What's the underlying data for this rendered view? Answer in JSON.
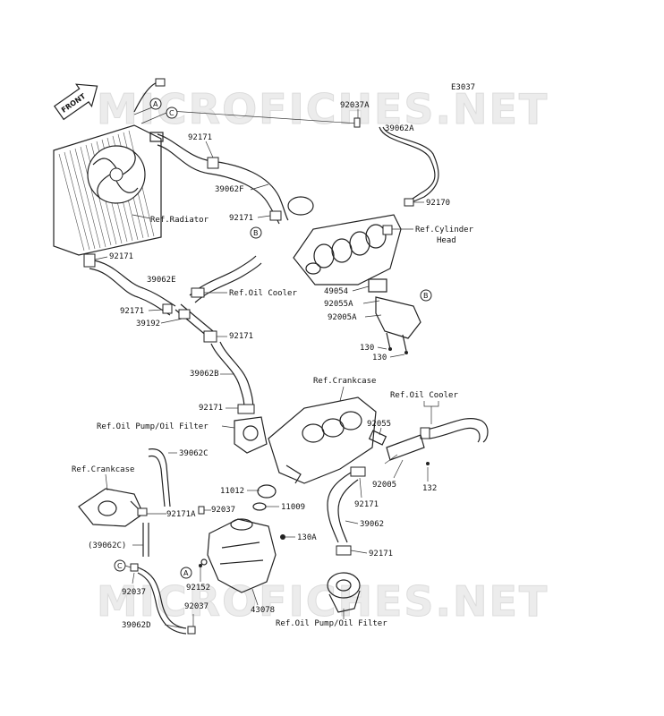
{
  "watermark": "MICROFICHES.NET",
  "figure_code": "E3037",
  "front_label": "FRONT",
  "callouts": {
    "A": "A",
    "B": "B",
    "C": "C"
  },
  "labels": {
    "p92037A": "92037A",
    "p39062A": "39062A",
    "p92171_top": "92171",
    "p39062F": "39062F",
    "p92170": "92170",
    "p92171_mid": "92171",
    "ref_radiator": "Ref.Radiator",
    "ref_cyl_head_1": "Ref.Cylinder",
    "ref_cyl_head_2": "Head",
    "p92171_left": "92171",
    "p39062E": "39062E",
    "ref_oil_cooler_top": "Ref.Oil Cooler",
    "p49054": "49054",
    "p92055A": "92055A",
    "p92171_a": "92171",
    "p39192": "39192",
    "p92005A": "92005A",
    "p92171_b": "92171",
    "p130_a": "130",
    "p130_b": "130",
    "p39062B": "39062B",
    "ref_crankcase_right": "Ref.Crankcase",
    "ref_oil_cooler_right": "Ref.Oil Cooler",
    "p92171_c": "92171",
    "ref_oil_pump_top": "Ref.Oil Pump/Oil Filter",
    "p92055": "92055",
    "p39062C": "39062C",
    "ref_crankcase_left": "Ref.Crankcase",
    "p11012": "11012",
    "p92005": "92005",
    "p132": "132",
    "p92171A": "92171A",
    "p92037_mid": "92037",
    "p11009": "11009",
    "p92171_d": "92171",
    "p39062": "39062",
    "p39062C_paren": "(39062C)",
    "p130A": "130A",
    "p92171_e": "92171",
    "p92037_c": "92037",
    "p92152": "92152",
    "p92037_low": "92037",
    "p43078": "43078",
    "p39062D": "39062D",
    "ref_oil_pump_bottom": "Ref.Oil Pump/Oil Filter"
  }
}
